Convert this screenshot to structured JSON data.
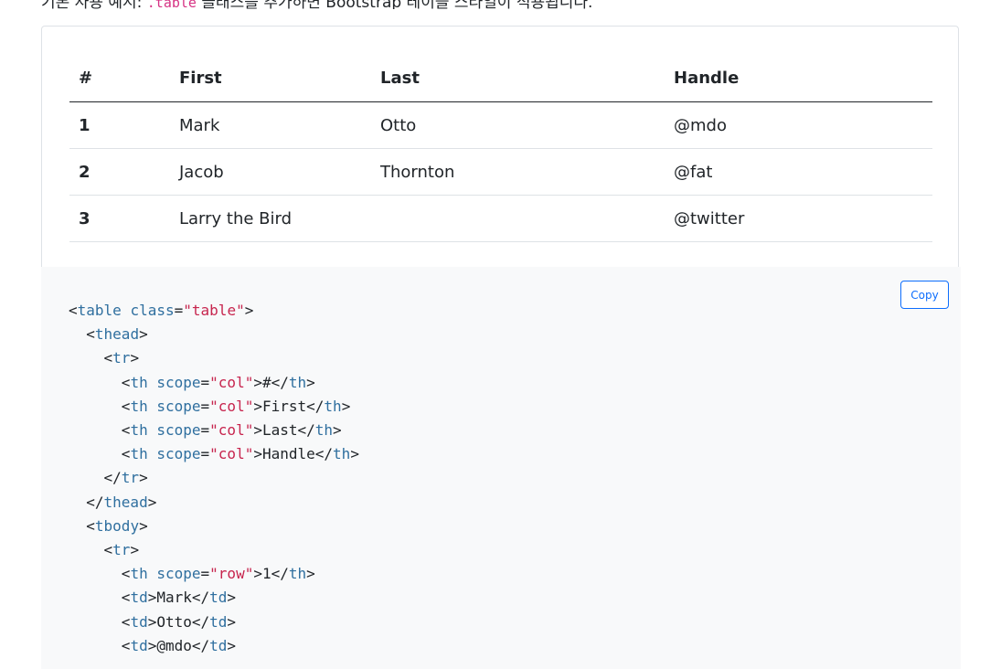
{
  "intro": {
    "prefix": "기본 사용 예시: ",
    "code": ".table",
    "suffix": " 클래스를 추가하면 Bootstrap 테이블 스타일이 적용됩니다."
  },
  "table": {
    "headers": [
      "#",
      "First",
      "Last",
      "Handle"
    ],
    "rows": [
      [
        "1",
        "Mark",
        "Otto",
        "@mdo"
      ],
      [
        "2",
        "Jacob",
        "Thornton",
        "@fat"
      ],
      [
        "3",
        "Larry the Bird",
        "",
        "@twitter"
      ]
    ]
  },
  "code_block": {
    "copy_label": "Copy",
    "table_class": "table",
    "scope_col": "col",
    "scope_row": "row",
    "th_texts": [
      "#",
      "First",
      "Last",
      "Handle"
    ],
    "row1_th": "1",
    "row1_tds": [
      "Mark",
      "Otto",
      "@mdo"
    ]
  },
  "colors": {
    "tag": "#2f6f9f",
    "string": "#c7254e",
    "button": "#0d6efd",
    "code_bg": "#f8f9fa"
  }
}
